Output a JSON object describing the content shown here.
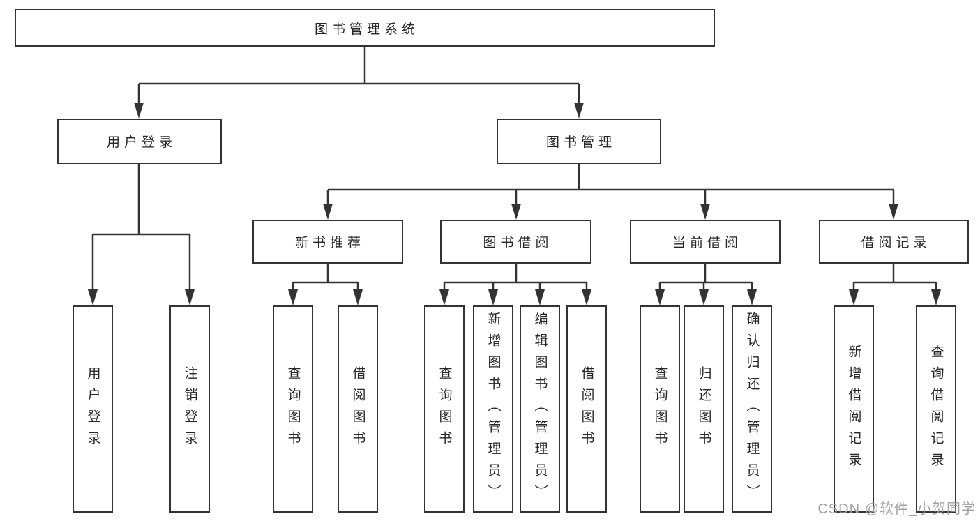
{
  "diagram": {
    "type": "tree-structure-chart",
    "title": "图书管理系统"
  },
  "colors": {
    "line": "#333333",
    "text": "#262626",
    "box_background": "#ffffff",
    "watermark": "#a0a0a0"
  },
  "nodes": {
    "root": {
      "label": "图书管理系统"
    },
    "level2": [
      {
        "label": "用户登录"
      },
      {
        "label": "图书管理"
      }
    ],
    "level3": [
      {
        "label": "新书推荐"
      },
      {
        "label": "图书借阅"
      },
      {
        "label": "当前借阅"
      },
      {
        "label": "借阅记录"
      }
    ],
    "leaves": [
      {
        "label": "用户登录"
      },
      {
        "label": "注销登录"
      },
      {
        "label": "查询图书"
      },
      {
        "label": "借阅图书"
      },
      {
        "label": "查询图书"
      },
      {
        "label": "新增图书（管理员）"
      },
      {
        "label": "编辑图书（管理员）"
      },
      {
        "label": "借阅图书"
      },
      {
        "label": "查询图书"
      },
      {
        "label": "归还图书"
      },
      {
        "label": "确认归还（管理员）"
      },
      {
        "label": "新增借阅记录"
      },
      {
        "label": "查询借阅记录"
      }
    ]
  },
  "hierarchy": {
    "图书管理系统": [
      "用户登录",
      "图书管理"
    ],
    "用户登录": [
      "用户登录",
      "注销登录"
    ],
    "图书管理": [
      "新书推荐",
      "图书借阅",
      "当前借阅",
      "借阅记录"
    ],
    "新书推荐": [
      "查询图书",
      "借阅图书"
    ],
    "图书借阅": [
      "查询图书",
      "新增图书（管理员）",
      "编辑图书（管理员）",
      "借阅图书"
    ],
    "当前借阅": [
      "查询图书",
      "归还图书",
      "确认归还（管理员）"
    ],
    "借阅记录": [
      "新增借阅记录",
      "查询借阅记录"
    ]
  },
  "watermark": {
    "text": "CSDN @软件_小贺同学"
  }
}
